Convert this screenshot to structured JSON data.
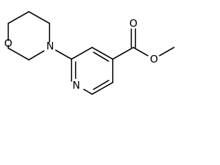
{
  "molecule": {
    "atoms": {
      "o_morpholine": "O",
      "n_morpholine": "N",
      "n_pyridine": "N",
      "o_carbonyl": "O",
      "o_ester": "O"
    },
    "colors": {
      "bond": "#000000",
      "label": "#000000",
      "background": "#ffffff"
    }
  }
}
